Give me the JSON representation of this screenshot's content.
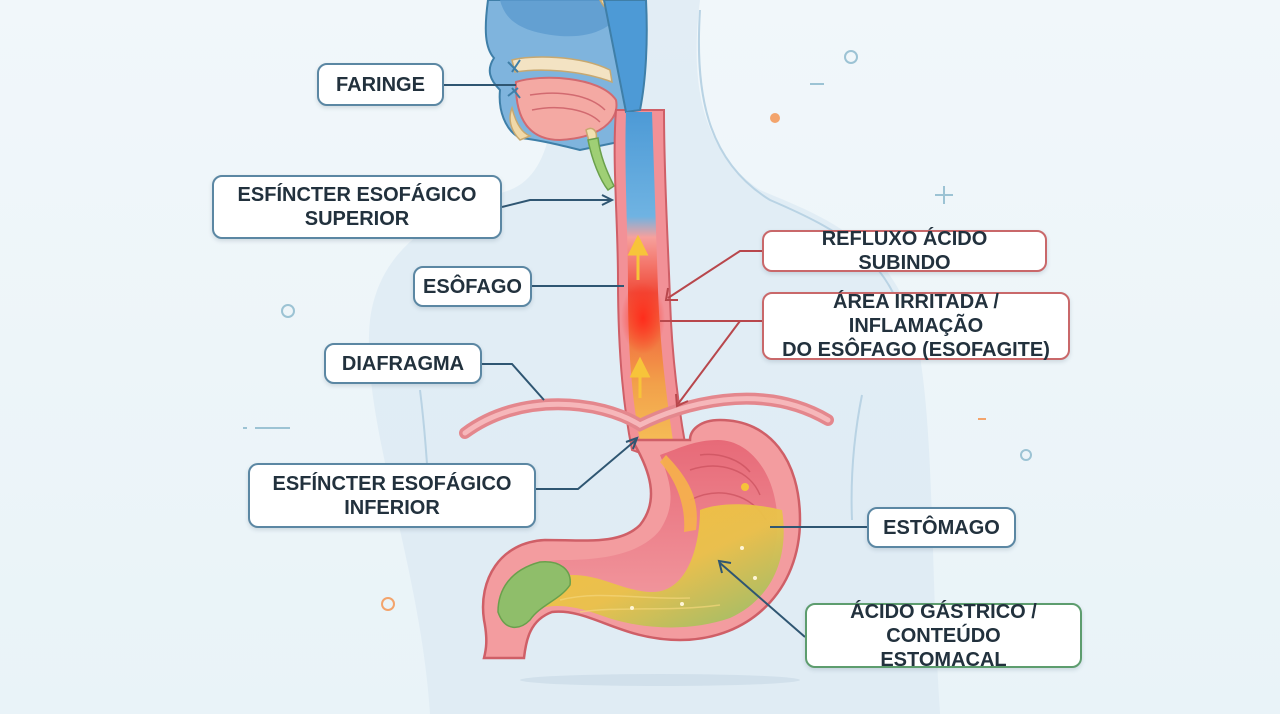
{
  "diagram": {
    "labels": {
      "faringe": "FARINGE",
      "ees": "ESFÍNCTER ESOFÁGICO\nSUPERIOR",
      "esofago": "ESÔFAGO",
      "diafragma": "DIAFRAGMA",
      "eei": "ESFÍNCTER ESOFÁGICO\nINFERIOR",
      "refluxo": "REFLUXO ÁCIDO SUBINDO",
      "inflamacao": "ÁREA IRRITADA / INFLAMAÇÃO\nDO ESÔFAGO (ESOFAGITE)",
      "estomago": "ESTÔMAGO",
      "acido": "ÁCIDO GÁSTRICO /\nCONTEÚDO ESTOMACAL"
    },
    "colors": {
      "neutral_border": "#5b87a3",
      "alert_border": "#c9686a",
      "acid_border": "#5d9d6e",
      "esophagus_wall": "#ef8f93",
      "esophagus_lumen_upper": "#4d9ad6",
      "inflamed_area": "#f03b2b",
      "gastric_acid": "#f2b32d",
      "stomach_wall": "#f39c9f"
    }
  }
}
